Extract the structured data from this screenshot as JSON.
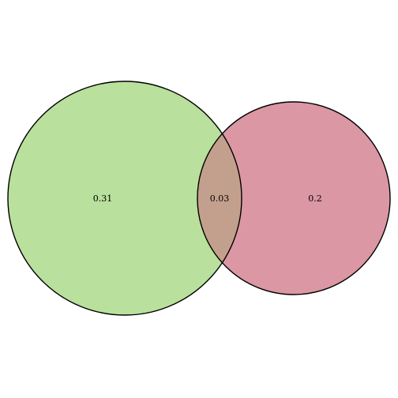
{
  "diagram": {
    "type": "venn",
    "sets": [
      {
        "id": "left",
        "color": "#b9e09c"
      },
      {
        "id": "right",
        "color": "#db97a4"
      }
    ],
    "overlap_color": "#c3a08d",
    "outline_color": "#000000",
    "regions": {
      "left_only": "0.31",
      "intersection": "0.03",
      "right_only": "0.2"
    }
  }
}
